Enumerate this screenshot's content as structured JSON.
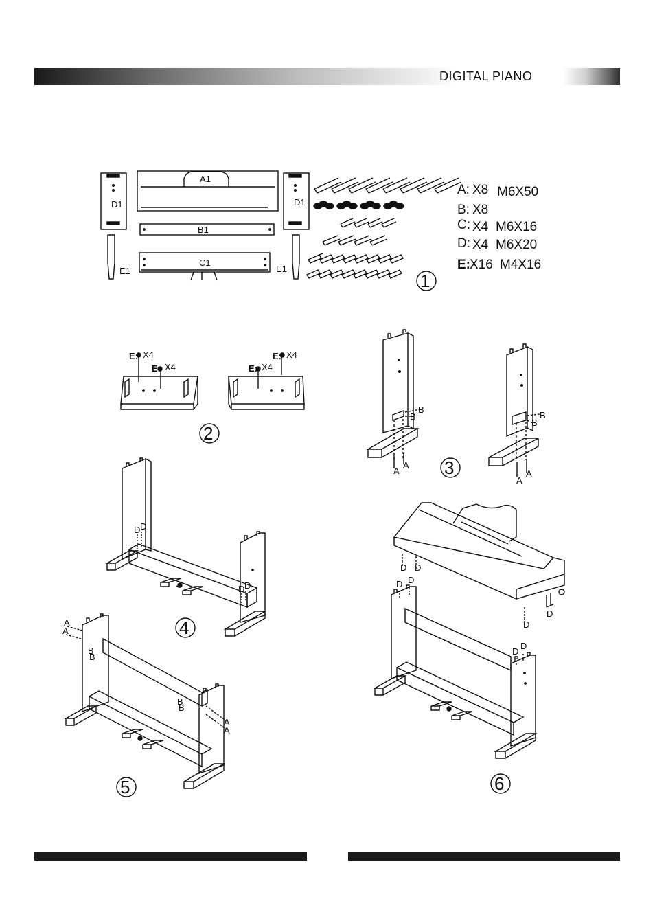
{
  "header": {
    "title": "DIGITAL PIANO"
  },
  "parts": {
    "a1": "A1",
    "b1": "B1",
    "c1": "C1",
    "d1_left": "D1",
    "d1_right": "D1",
    "e1_left": "E1",
    "e1_right": "E1"
  },
  "hardware": [
    {
      "key": "A:",
      "qty": "X8",
      "size": "M6X50"
    },
    {
      "key": "B:",
      "qty": "X8",
      "size": ""
    },
    {
      "key": "C:",
      "qty": "X4",
      "size": "M6X16"
    },
    {
      "key": "D:",
      "qty": "X4",
      "size": "M6X20"
    },
    {
      "key": "E:",
      "qty": "X16",
      "size": "M4X16"
    }
  ],
  "steps": {
    "s1": "1",
    "s2": "2",
    "s3": "3",
    "s4": "4",
    "s5": "5",
    "s6": "6"
  },
  "step2": {
    "e": "E:",
    "x4": "X4"
  },
  "labels": {
    "a": "A",
    "b": "B",
    "d": "D"
  }
}
